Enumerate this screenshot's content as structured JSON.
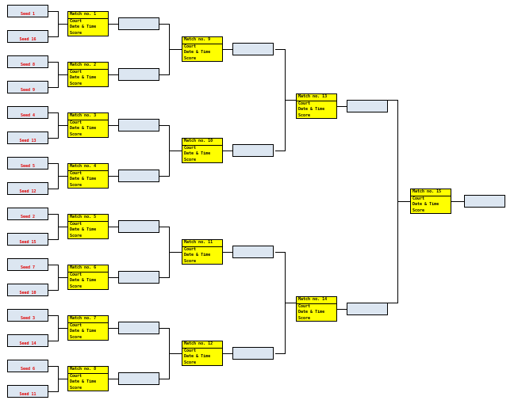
{
  "seeds": [
    "Seed 1",
    "Seed 16",
    "Seed 8",
    "Seed 9",
    "Seed 4",
    "Seed 13",
    "Seed 5",
    "Seed 12",
    "Seed 2",
    "Seed 15",
    "Seed 7",
    "Seed 10",
    "Seed 3",
    "Seed 14",
    "Seed 6",
    "Seed 11"
  ],
  "match_fields": {
    "court": "Court",
    "datetime": "Date & Time",
    "score": "Score"
  },
  "matches": {
    "round1": [
      "Match no. 1",
      "Match no. 2",
      "Match no. 3",
      "Match no. 4",
      "Match no. 5",
      "Match no. 6",
      "Match no. 7",
      "Match no. 8"
    ],
    "round2": [
      "Match no. 9",
      "Match no. 10",
      "Match no. 11",
      "Match no. 12"
    ],
    "round3": [
      "Match no. 13",
      "Match no. 14"
    ],
    "final": [
      "Match no. 15"
    ]
  },
  "colors": {
    "slot": "#dce6f1",
    "match": "#ffff00",
    "seed_text": "#e00000"
  }
}
